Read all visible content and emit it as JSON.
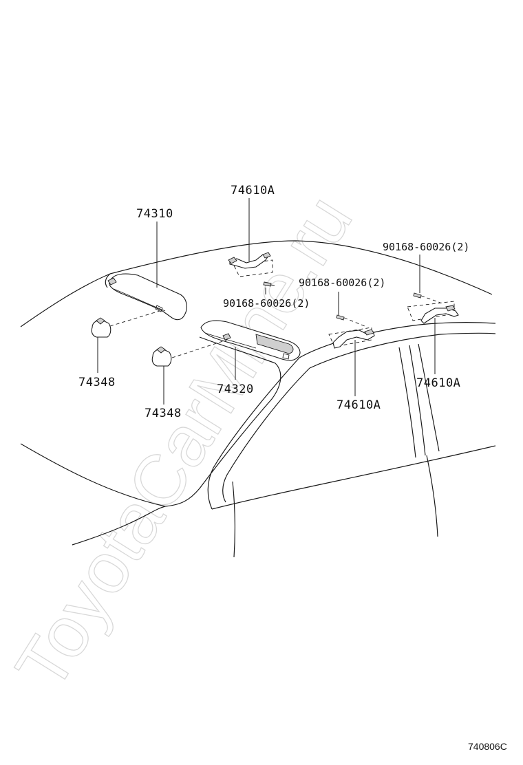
{
  "diagram": {
    "reference_code": "740806C",
    "watermark": "ToyotaCarMine.ru",
    "parts": [
      {
        "id": "visor-left",
        "number": "74310"
      },
      {
        "id": "visor-right",
        "number": "74320"
      },
      {
        "id": "holder-left",
        "number": "74348"
      },
      {
        "id": "holder-right",
        "number": "74348"
      },
      {
        "id": "grip-front",
        "number": "74610A"
      },
      {
        "id": "screw-front",
        "number": "90168-60026(2)"
      },
      {
        "id": "screw-mid",
        "number": "90168-60026(2)"
      },
      {
        "id": "grip-mid",
        "number": "74610A"
      },
      {
        "id": "screw-rear",
        "number": "90168-60026(2)"
      },
      {
        "id": "grip-rear",
        "number": "74610A"
      }
    ]
  }
}
